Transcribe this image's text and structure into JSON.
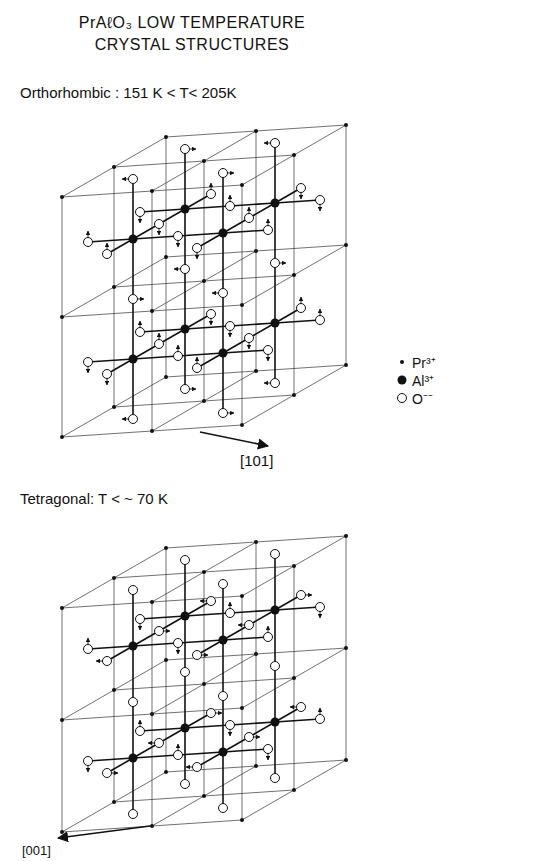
{
  "diagram": {
    "title": "PrAℓO₃ LOW TEMPERATURE CRYSTAL STRUCTURES",
    "labels": [
      "Orthorhombic : 151 K < T< 205K",
      "[101]",
      "Tetragonal: T < ~ 70 K",
      "[001]"
    ],
    "legend": [
      {
        "text": "Pr³⁺"
      },
      {
        "text": "Al³⁺"
      },
      {
        "text": "O⁻⁻"
      }
    ]
  }
}
